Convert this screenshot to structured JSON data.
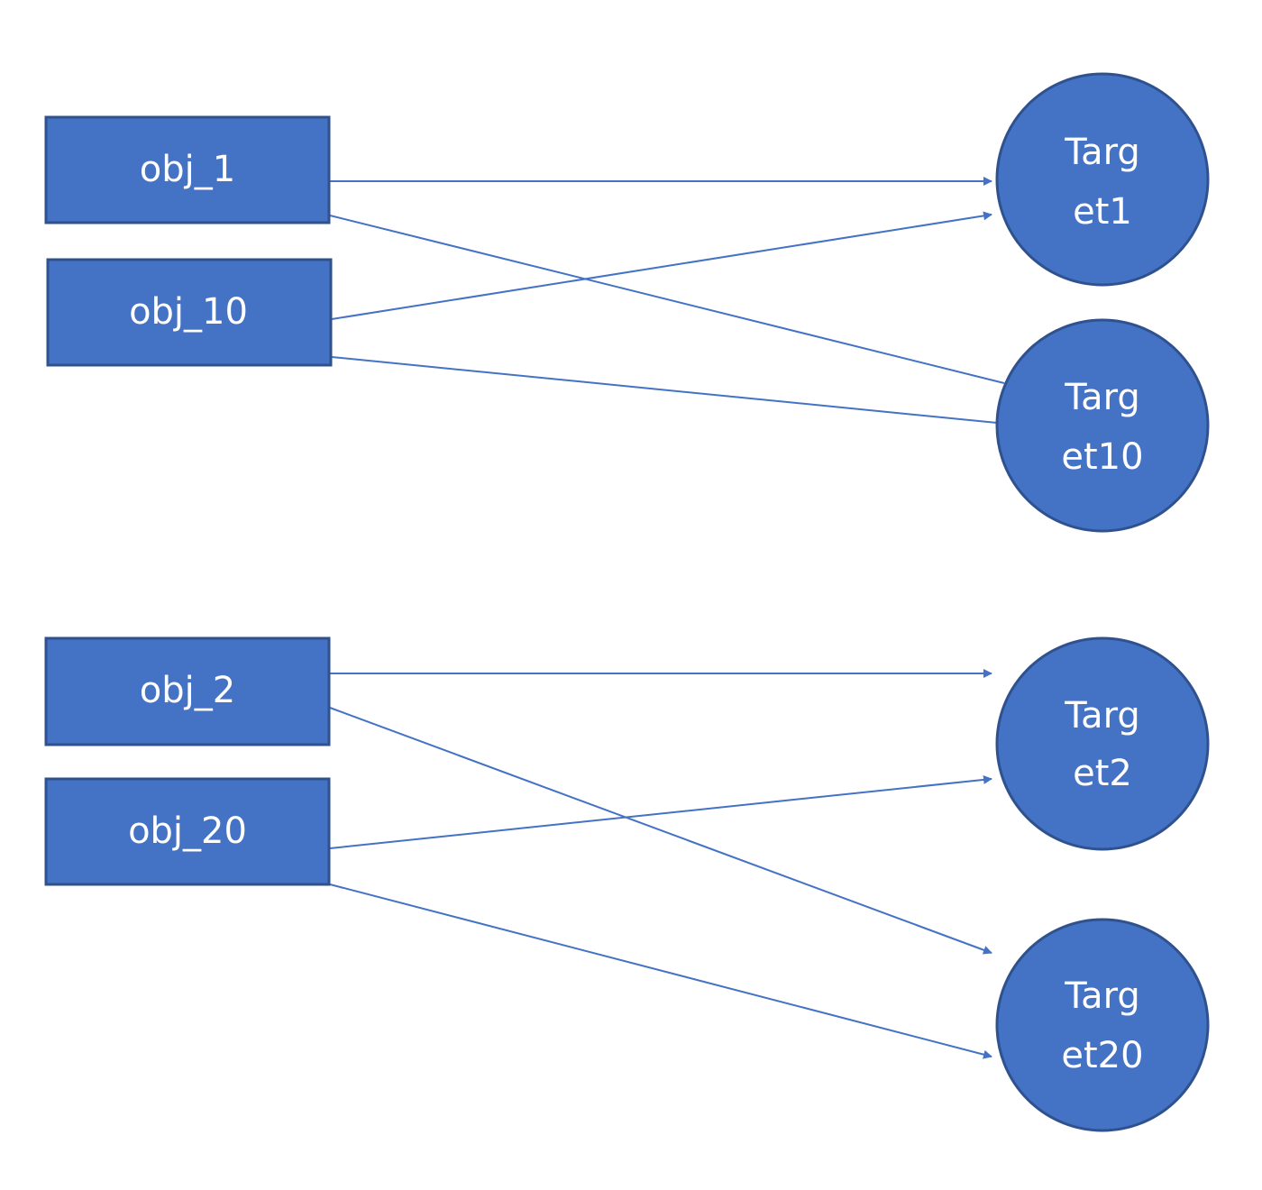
{
  "colors": {
    "node_fill": "#4472C4",
    "node_border": "#2F528F",
    "edge": "#4472C4"
  },
  "sources": [
    {
      "id": "obj_1",
      "label": "obj_1"
    },
    {
      "id": "obj_10",
      "label": "obj_10"
    },
    {
      "id": "obj_2",
      "label": "obj_2"
    },
    {
      "id": "obj_20",
      "label": "obj_20"
    }
  ],
  "targets": [
    {
      "id": "target1",
      "line1": "Targ",
      "line2": "et1"
    },
    {
      "id": "target10",
      "line1": "Targ",
      "line2": "et10"
    },
    {
      "id": "target2",
      "line1": "Targ",
      "line2": "et2"
    },
    {
      "id": "target20",
      "line1": "Targ",
      "line2": "et20"
    }
  ],
  "edges": [
    {
      "from": "obj_1",
      "to": "target1",
      "arrow": true
    },
    {
      "from": "obj_1",
      "to": "target10",
      "arrow": false
    },
    {
      "from": "obj_10",
      "to": "target1",
      "arrow": true
    },
    {
      "from": "obj_10",
      "to": "target10",
      "arrow": false
    },
    {
      "from": "obj_2",
      "to": "target2",
      "arrow": true
    },
    {
      "from": "obj_2",
      "to": "target20",
      "arrow": true
    },
    {
      "from": "obj_20",
      "to": "target2",
      "arrow": true
    },
    {
      "from": "obj_20",
      "to": "target20",
      "arrow": true
    }
  ]
}
